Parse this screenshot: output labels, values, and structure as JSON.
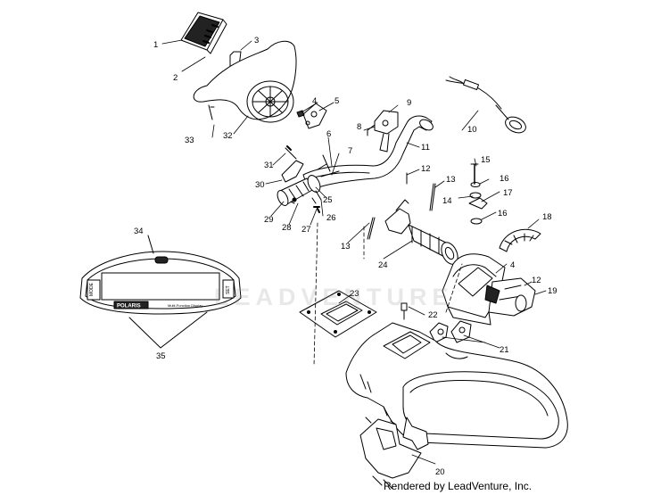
{
  "watermark": "LEADVENTURE",
  "footer": "Rendered by LeadVenture, Inc.",
  "display_panel": {
    "brand": "POLARIS",
    "mode_button": "MODE",
    "set_button": "SET",
    "caption": "Multi-Function Display"
  },
  "callouts": {
    "c1": "1",
    "c2": "2",
    "c3": "3",
    "c4": "4",
    "c4b": "4",
    "c5": "5",
    "c6": "6",
    "c7": "7",
    "c8": "8",
    "c9": "9",
    "c10": "10",
    "c11": "11",
    "c12": "12",
    "c12b": "12",
    "c13": "13",
    "c13b": "13",
    "c14": "14",
    "c15": "15",
    "c16": "16",
    "c16b": "16",
    "c17": "17",
    "c18": "18",
    "c19": "19",
    "c20": "20",
    "c21": "21",
    "c22": "22",
    "c23": "23",
    "c24": "24",
    "c25": "25",
    "c26": "26",
    "c27": "27",
    "c28": "28",
    "c29": "29",
    "c30": "30",
    "c31": "31",
    "c32": "32",
    "c33": "33",
    "c34": "34",
    "c35": "35"
  }
}
